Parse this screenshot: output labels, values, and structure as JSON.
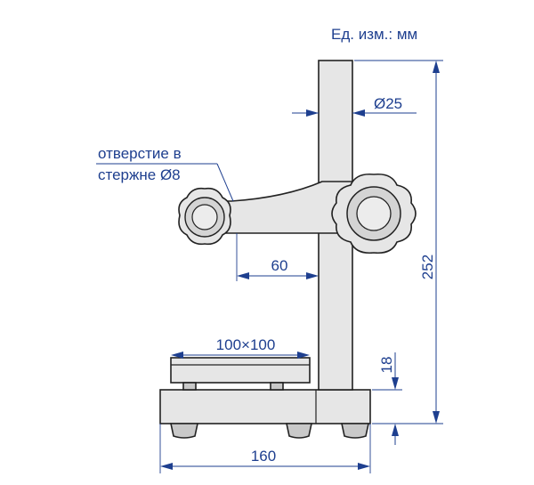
{
  "units_label": "Ед. изм.: мм",
  "callout_hole": {
    "line1": "отверстие в",
    "line2": "стержне Ø8"
  },
  "dimensions": {
    "rod_diameter": "Ø25",
    "height": "252",
    "arm_reach": "60",
    "table_size": "100×100",
    "base_thickness": "18",
    "base_width": "160"
  },
  "colors": {
    "dimension": "#1e3f8f",
    "part_fill": "#e6e6e6",
    "outline": "#222222"
  }
}
